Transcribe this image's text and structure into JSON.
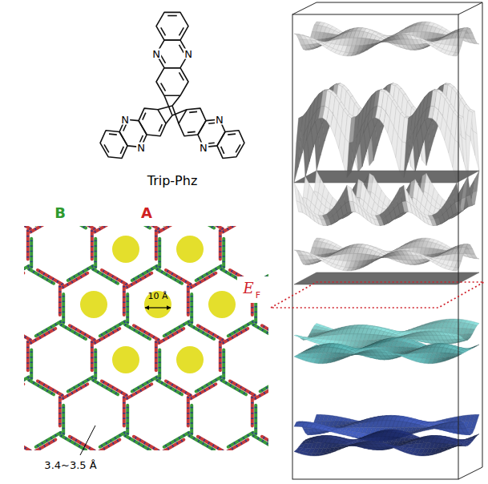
{
  "diagram": {
    "labels": [
      "N",
      "N",
      "N",
      "N",
      "N",
      "N",
      "Trip-Phz",
      "B",
      "A",
      "10 Å",
      "3.4~3.5 Å",
      "E",
      "F"
    ]
  }
}
